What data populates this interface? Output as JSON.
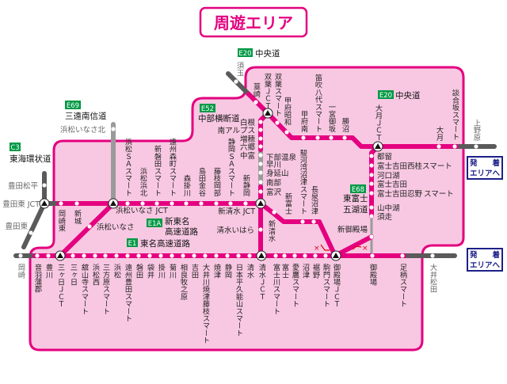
{
  "title": "周遊エリア",
  "colors": {
    "line": "#e4007f",
    "area_fill": "#f8c8e2",
    "outside_line": "#5a5a5a",
    "closed_section": "#9a9a9a",
    "route_badge": "#009944",
    "exit_button": "#1d2088",
    "title": "#e4007f"
  },
  "routes": {
    "chuo_top": {
      "code": "E20",
      "name": "中央道"
    },
    "sanen": {
      "code": "E69",
      "name": "三遠南信道"
    },
    "tokai_kanjo": {
      "code": "C3",
      "name": "東海環状道"
    },
    "chubu_odan": {
      "code": "E52",
      "name": "中部横断道"
    },
    "chuo": {
      "code": "E20",
      "name": "中央道"
    },
    "higashi_fuji": {
      "code": "E68",
      "name_lines": [
        "東富士",
        "五湖道"
      ]
    },
    "shin_tomei": {
      "code": "E1A",
      "name_lines": [
        "新東名",
        "高速道路"
      ]
    },
    "tomei": {
      "code": "E1",
      "name": "東名高速道路"
    }
  },
  "stations": {
    "tomei": [
      "岡崎",
      "音羽蒲郡",
      "豊川",
      "三ヶ日ＪＣＴ",
      "三ヶ日",
      "舘山寺スマート",
      "浜松西",
      "三方原スマート",
      "浜松",
      "遠州豊田スマート",
      "磐田",
      "袋井",
      "掛川",
      "菊川",
      "相良牧之原",
      "吉田",
      "大井川焼津藤枝スマート",
      "焼津",
      "静岡",
      "日本平久能山スマート",
      "清水",
      "清水ＪＣＴ",
      "富士川スマート",
      "富士",
      "愛鷹スマート",
      "沼津",
      "裾野",
      "駒門スマート",
      "御殿場ＪＣＴ",
      "御殿場",
      "足柄スマート",
      "大井松田"
    ],
    "shin_tomei": [
      "豊田東 JCT",
      "岡崎東",
      "新城",
      "浜松いなさ JCT",
      "浜松ＳＡスマート",
      "浜松浜北",
      "新磐田スマート",
      "遠州森町スマート",
      "森掛川",
      "島田金谷",
      "藤枝岡部",
      "静岡ＳＡスマート",
      "新静岡",
      "新清水 JCT",
      "新清水",
      "新富士",
      "駿河湾沼津スマート",
      "長泉沼津",
      "清水いはら",
      "浜松いなさ",
      "新御殿場"
    ],
    "tokai_kanjo": [
      "豊田松平",
      "豊田東"
    ],
    "sanen": [
      "浜松いなさ北"
    ],
    "chubu_odan": [
      "白根",
      "南アルプス",
      "増穂",
      "六郷",
      "中富",
      "下部温泉",
      "早川",
      "身延山",
      "南部",
      "富沢"
    ],
    "chuo": [
      "須玉",
      "韮崎",
      "双葉ＪＣＴ",
      "双葉スマート",
      "甲府昭和",
      "甲府南",
      "笛吹八代スマート",
      "一宮御坂",
      "勝沼",
      "大月ＪＣＴ",
      "大月",
      "談合坂スマート",
      "上野原"
    ],
    "higashi_fuji": [
      "都留",
      "富士吉田西桂スマート",
      "河口湖",
      "富士吉田",
      "富士吉田忍野",
      "スマート",
      "山中湖",
      "須走"
    ]
  },
  "exit_buttons": [
    {
      "line1": "発　　着",
      "line2": "エリアへ"
    },
    {
      "line1": "発　　着",
      "line2": "エリアへ"
    }
  ],
  "no_entry_marks": [
    "×",
    "×"
  ]
}
